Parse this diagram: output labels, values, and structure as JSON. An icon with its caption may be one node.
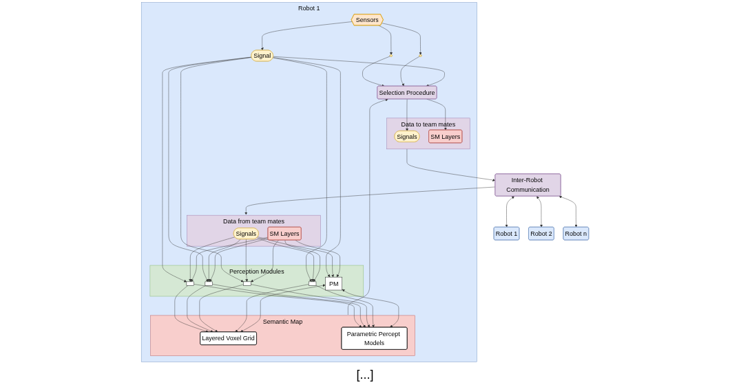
{
  "diagram": {
    "nodes": [
      {
        "text": [
          "Robot 1"
        ]
      },
      {
        "text": [
          "Sensors"
        ],
        "in": 0
      },
      {
        "text": [],
        "shape": "ellipse",
        "in": 0
      },
      {
        "text": [],
        "shape": "ellipse",
        "in": 0
      },
      {
        "text": [
          "Signal"
        ],
        "in": 0
      },
      {
        "text": [
          "Data from team mates"
        ],
        "in": 0
      },
      {
        "text": [
          "Signals"
        ],
        "in": 5
      },
      {
        "text": [
          "SM Layers"
        ],
        "in": 5
      },
      {
        "text": [
          "Perception Modules"
        ],
        "in": 0
      },
      {
        "text": [],
        "shape": "box",
        "in": 8
      },
      {
        "text": [],
        "shape": "box",
        "in": 8
      },
      {
        "text": [],
        "shape": "box",
        "in": 8
      },
      {
        "text": [],
        "shape": "box",
        "in": 8
      },
      {
        "text": [
          "PM"
        ],
        "in": 8
      },
      {
        "text": [
          "Semantic Map"
        ],
        "in": 0
      },
      {
        "text": [
          "Layered Voxel Grid"
        ],
        "in": 14
      },
      {
        "text": [
          "Parametric Percept Models"
        ],
        "in": 14
      },
      {
        "text": [
          "Selection Procedure"
        ],
        "in": 0
      },
      {
        "text": [
          "Data to team mates"
        ],
        "in": 0
      },
      {
        "text": [
          "Signals"
        ],
        "in": 18
      },
      {
        "text": [
          "SM Layers"
        ],
        "in": 18
      },
      {
        "text": [
          "Inter-Robot Communication"
        ]
      },
      {
        "text": [
          "Robot 1"
        ]
      },
      {
        "text": [
          "Robot 2"
        ]
      },
      {
        "text": [
          "Robot n"
        ]
      }
    ],
    "edges": [
      {
        "from": 1,
        "to": 2,
        "arrow": "to"
      },
      {
        "from": 1,
        "to": 3,
        "arrow": "to"
      },
      {
        "from": 1,
        "to": 4,
        "arrow": "to"
      },
      {
        "from": 4,
        "to": 9,
        "arrow": "to"
      },
      {
        "from": 4,
        "to": 10,
        "arrow": "to"
      },
      {
        "from": 4,
        "to": 11,
        "arrow": "to"
      },
      {
        "from": 4,
        "to": 12,
        "arrow": "to"
      },
      {
        "from": 4,
        "to": 13,
        "arrow": "to"
      },
      {
        "from": 6,
        "to": 9,
        "arrow": "to"
      },
      {
        "from": 6,
        "to": 10,
        "arrow": "to"
      },
      {
        "from": 6,
        "to": 11,
        "arrow": "to"
      },
      {
        "from": 6,
        "to": 12,
        "arrow": "to"
      },
      {
        "from": 6,
        "to": 13,
        "arrow": "to"
      },
      {
        "from": 7,
        "to": 9,
        "arrow": "to"
      },
      {
        "from": 7,
        "to": 10,
        "arrow": "to"
      },
      {
        "from": 7,
        "to": 11,
        "arrow": "to"
      },
      {
        "from": 7,
        "to": 12,
        "arrow": "to"
      },
      {
        "from": 7,
        "to": 13,
        "arrow": "to"
      },
      {
        "from": 9,
        "to": 15,
        "arrow": "to"
      },
      {
        "from": 10,
        "to": 15,
        "arrow": "to"
      },
      {
        "from": 11,
        "to": 15,
        "arrow": "to"
      },
      {
        "from": 12,
        "to": 15,
        "arrow": "to"
      },
      {
        "from": 13,
        "to": 15,
        "arrow": "both"
      },
      {
        "from": 9,
        "to": 16,
        "arrow": "to"
      },
      {
        "from": 10,
        "to": 16,
        "arrow": "to"
      },
      {
        "from": 11,
        "to": 16,
        "arrow": "to"
      },
      {
        "from": 12,
        "to": 16,
        "arrow": "to"
      },
      {
        "from": 13,
        "to": 16,
        "arrow": "both"
      },
      {
        "from": 2,
        "to": 17,
        "arrow": "to"
      },
      {
        "from": 3,
        "to": 17,
        "arrow": "to"
      },
      {
        "from": 4,
        "to": 17,
        "arrow": "to"
      },
      {
        "from": 14,
        "to": 17,
        "arrow": "to"
      },
      {
        "from": 17,
        "to": 19,
        "arrow": "to"
      },
      {
        "from": 17,
        "to": 20,
        "arrow": "to"
      },
      {
        "from": 18,
        "to": 21,
        "arrow": "to"
      },
      {
        "from": 21,
        "to": 5,
        "arrow": "to"
      },
      {
        "from": 21,
        "to": 22,
        "arrow": "both"
      },
      {
        "from": 21,
        "to": 23,
        "arrow": "both"
      },
      {
        "from": 21,
        "to": 24,
        "arrow": "both"
      }
    ],
    "labels": [
      "[...]"
    ]
  }
}
